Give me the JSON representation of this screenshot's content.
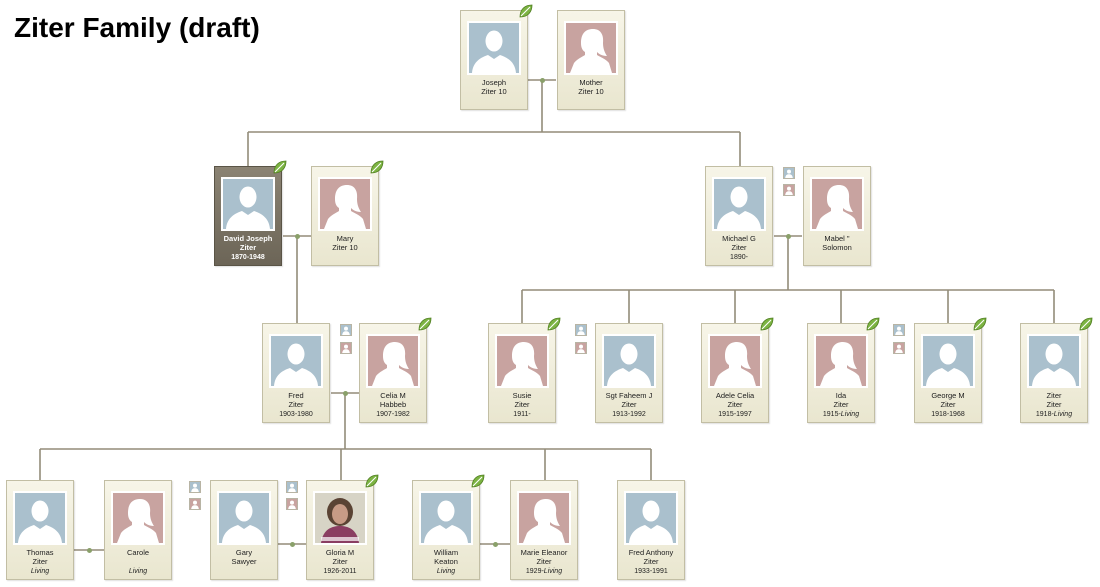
{
  "title": "Ziter Family (draft)",
  "colors": {
    "male_photo": "#aac0cd",
    "female_photo": "#c8a3a0",
    "line": "#938c79",
    "leaf": "#7cb342"
  },
  "people": {
    "joseph": {
      "name": [
        "Joseph",
        "Ziter 10"
      ],
      "dates": "",
      "gender": "m",
      "leaf": true
    },
    "mother": {
      "name": [
        "Mother",
        "Ziter 10"
      ],
      "dates": "",
      "gender": "f",
      "leaf": false
    },
    "david_joseph": {
      "name": [
        "David Joseph",
        "Ziter"
      ],
      "dates": "1870-1948",
      "gender": "m",
      "leaf": true,
      "selected": true
    },
    "mary": {
      "name": [
        "Mary",
        "Ziter 10"
      ],
      "dates": "",
      "gender": "f",
      "leaf": true
    },
    "michael_g": {
      "name": [
        "Michael G",
        "Ziter"
      ],
      "dates": "1890-",
      "gender": "m",
      "leaf": false
    },
    "mabel": {
      "name": [
        "Mabel \"",
        "Solomon"
      ],
      "dates": "",
      "gender": "f",
      "leaf": false
    },
    "fred": {
      "name": [
        "Fred",
        "Ziter"
      ],
      "dates": "1903-1980",
      "gender": "m",
      "leaf": false
    },
    "celia": {
      "name": [
        "Celia M",
        "Habbeb"
      ],
      "dates": "1907-1982",
      "gender": "f",
      "leaf": true
    },
    "susie": {
      "name": [
        "Susie",
        "Ziter"
      ],
      "dates": "1911-",
      "gender": "f",
      "leaf": true
    },
    "sgt_faheem": {
      "name": [
        "Sgt Faheem J",
        "Ziter"
      ],
      "dates": "1913-1992",
      "gender": "m",
      "leaf": false
    },
    "adele": {
      "name": [
        "Adele Celia",
        "Ziter"
      ],
      "dates": "1915-1997",
      "gender": "f",
      "leaf": true
    },
    "ida": {
      "name": [
        "Ida",
        "Ziter"
      ],
      "dates": "1915-",
      "dates_living": "Living",
      "gender": "f",
      "leaf": true
    },
    "george": {
      "name": [
        "George M",
        "Ziter"
      ],
      "dates": "1918-1968",
      "gender": "m",
      "leaf": true
    },
    "ziter": {
      "name": [
        "Ziter",
        "Ziter"
      ],
      "dates": "1918-",
      "dates_living": "Living",
      "gender": "m",
      "leaf": true
    },
    "thomas": {
      "name": [
        "Thomas",
        "Ziter"
      ],
      "dates": "",
      "dates_living": "Living",
      "gender": "m",
      "leaf": false
    },
    "carole": {
      "name": [
        "Carole"
      ],
      "dates": "",
      "dates_living": "Living",
      "gender": "f",
      "leaf": false
    },
    "gary": {
      "name": [
        "Gary",
        "Sawyer"
      ],
      "dates": "",
      "gender": "m",
      "leaf": false
    },
    "gloria": {
      "name": [
        "Gloria M",
        "Ziter"
      ],
      "dates": "1926-2011",
      "gender": "p",
      "leaf": true
    },
    "william": {
      "name": [
        "William",
        "Keaton"
      ],
      "dates": "",
      "dates_living": "Living",
      "gender": "m",
      "leaf": true
    },
    "marie": {
      "name": [
        "Marie Eleanor",
        "Ziter"
      ],
      "dates": "1929-",
      "dates_living": "Living",
      "gender": "f",
      "leaf": false
    },
    "fred_anthony": {
      "name": [
        "Fred Anthony",
        "Ziter"
      ],
      "dates": "1933-1991",
      "gender": "m",
      "leaf": false
    }
  }
}
